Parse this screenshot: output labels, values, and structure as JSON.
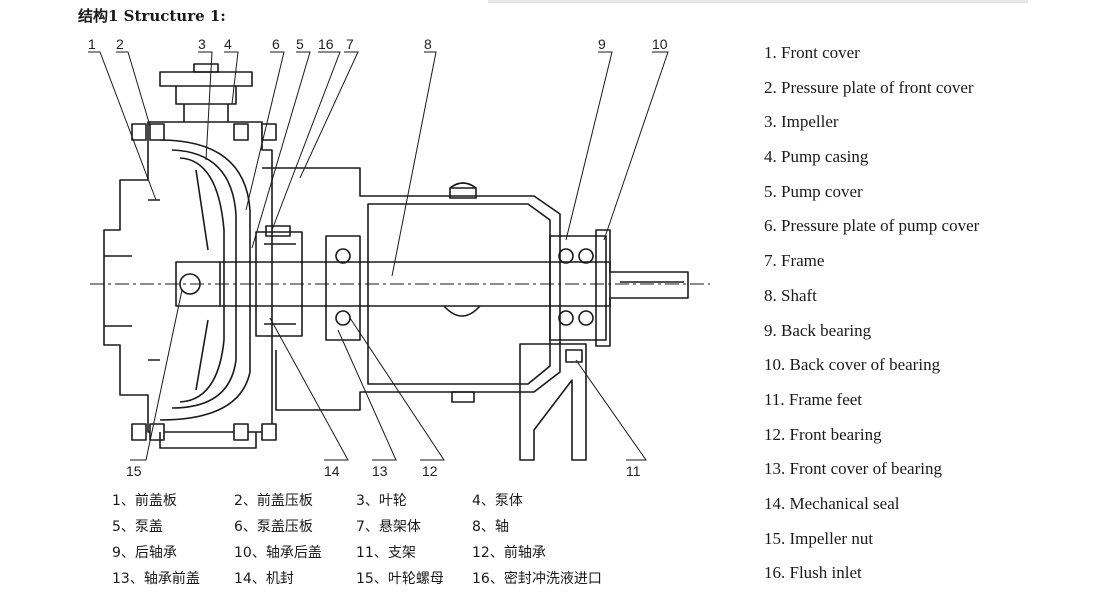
{
  "title": "结构1 Structure 1:",
  "callouts": {
    "c1": "1",
    "c2": "2",
    "c3": "3",
    "c4": "4",
    "c5": "5",
    "c6": "6",
    "c16": "16",
    "c7": "7",
    "c8": "8",
    "c9": "9",
    "c10": "10",
    "c11": "11",
    "c12": "12",
    "c13": "13",
    "c14": "14",
    "c15": "15"
  },
  "legend_en": [
    "1. Front cover",
    "2. Pressure plate of front cover",
    "3. Impeller",
    "4. Pump casing",
    "5. Pump cover",
    "6. Pressure plate of pump cover",
    "7. Frame",
    "8. Shaft",
    "9. Back bearing",
    "10. Back cover of  bearing",
    "11. Frame feet",
    "12. Front bearing",
    "13. Front  cover of  bearing",
    "14. Mechanical seal",
    "15. Impeller nut",
    "16. Flush inlet"
  ],
  "legend_cn": [
    [
      "1、前盖板",
      "2、前盖压板",
      "3、叶轮",
      "4、泵体"
    ],
    [
      "5、泵盖",
      "6、泵盖压板",
      "7、悬架体",
      "8、轴"
    ],
    [
      "9、后轴承",
      "10、轴承后盖",
      "11、支架",
      "12、前轴承"
    ],
    [
      "13、轴承前盖",
      "14、机封",
      "15、叶轮螺母",
      "16、密封冲洗液进口"
    ]
  ]
}
